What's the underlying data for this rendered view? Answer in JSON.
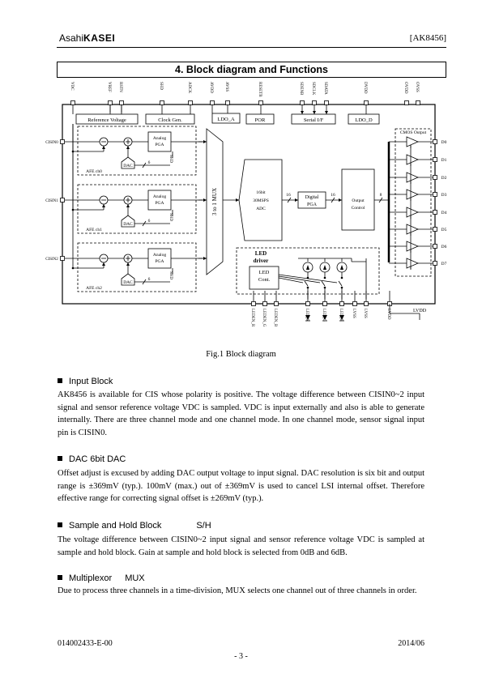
{
  "header": {
    "brand_prefix": "Asahi",
    "brand_name": "KASEI",
    "part_number": "[AK8456]"
  },
  "section_title": "4. Block diagram and Functions",
  "diagram": {
    "top_pins": [
      "VDC",
      "VREF",
      "RSTN",
      "SHD",
      "ADCK",
      "AVDD",
      "AVSS",
      "RESETB",
      "SDENB",
      "SDCLK",
      "SDATA",
      "DVDD",
      "OVDD",
      "OVSS"
    ],
    "top_blocks": [
      "Reference Voltage",
      "Clock Gen.",
      "LDO_A",
      "POR",
      "Serial I/F",
      "LDO_D"
    ],
    "inputs": [
      "CISIN0",
      "CISIN1",
      "CISIN2"
    ],
    "afe_labels": [
      "AFE ch0",
      "AFE ch1",
      "AFE ch2"
    ],
    "pga_label": [
      "Analog",
      "PGA"
    ],
    "dac_label": "DAC",
    "bits_dac": "6",
    "shd_label": "SHD",
    "mux_label": "3 to 1 MUX",
    "adc_label": [
      "16bit",
      "30MSPS",
      "ADC"
    ],
    "bits_bus": "16",
    "digital_pga": [
      "Digital",
      "PGA"
    ],
    "output_control": [
      "Output",
      "Control"
    ],
    "bits_out": "8",
    "cmos_output": "CMOS Output",
    "outputs": [
      "D0",
      "D1",
      "D2",
      "D3",
      "D4",
      "D5",
      "D6",
      "D7"
    ],
    "led_driver": [
      "LED",
      "driver"
    ],
    "led_cont": [
      "LED",
      "Cont."
    ],
    "bottom_pins": [
      "LEDEN_R",
      "LEDEN_G",
      "LEDEN_B",
      "LED_R",
      "LED_G",
      "LED_B",
      "LVSS",
      "LVSS",
      "LVDD"
    ],
    "lvdd_label": "LVDD"
  },
  "figure_caption": "Fig.1   Block diagram",
  "sections": [
    {
      "title": "Input Block",
      "tag": "",
      "body": "AK8456 is available for CIS whose polarity is positive. The voltage difference between CISIN0~2 input signal and sensor reference voltage VDC is sampled. VDC is input externally and also is able to generate internally. There are three channel mode and one channel mode. In one channel mode, sensor signal input pin is CISIN0."
    },
    {
      "title": "DAC  6bit DAC",
      "tag": "",
      "body": "Offset adjust is excused by adding DAC output voltage to input signal. DAC resolution is six bit and output range is ±369mV (typ.). 100mV (max.) out of ±369mV is used to cancel LSI internal offset. Therefore effective range for correcting signal offset is ±269mV (typ.)."
    },
    {
      "title": "Sample and Hold Block",
      "tag": "S/H",
      "body": "The voltage difference between CISIN0~2 input signal and sensor reference voltage VDC is sampled at sample and hold block. Gain at sample and hold block is selected from 0dB and 6dB."
    },
    {
      "title": "Multiplexor",
      "tag": "MUX",
      "body": "Due to process three channels in a time-division, MUX selects one channel out of three channels in order."
    }
  ],
  "footer": {
    "doc_number": "014002433-E-00",
    "date": "2014/06",
    "page": "- 3 -"
  }
}
